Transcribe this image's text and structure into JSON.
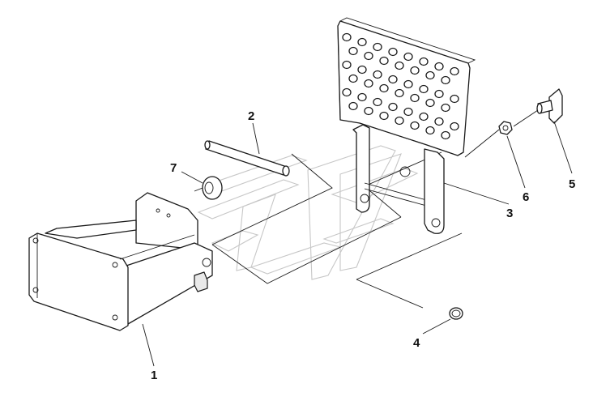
{
  "diagram": {
    "callouts": [
      {
        "id": "label-1",
        "text": "1"
      },
      {
        "id": "label-2",
        "text": "2"
      },
      {
        "id": "label-3",
        "text": "3"
      },
      {
        "id": "label-4",
        "text": "4"
      },
      {
        "id": "label-5",
        "text": "5"
      },
      {
        "id": "label-6",
        "text": "6"
      },
      {
        "id": "label-7",
        "text": "7"
      }
    ],
    "colors": {
      "line": "#1a1a1a",
      "watermark": "#c7c7c7",
      "background": "#ffffff"
    }
  }
}
